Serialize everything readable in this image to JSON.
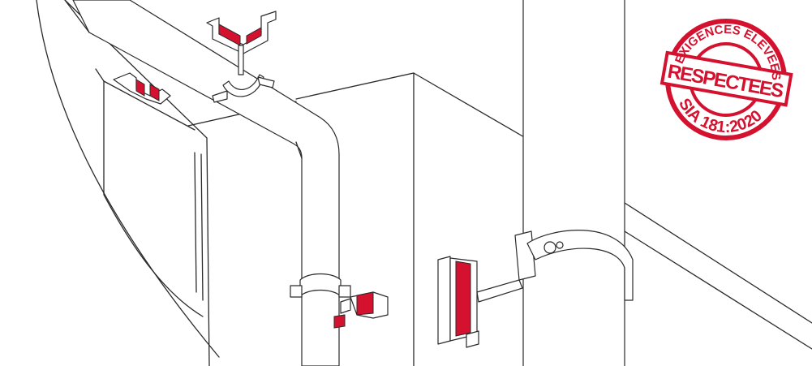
{
  "stamp": {
    "top_text": "EXIGENCES ELEVEES",
    "band_text": "RESPECTEES",
    "bottom_text": "SIA 181:2020",
    "color": "#d4112f"
  }
}
